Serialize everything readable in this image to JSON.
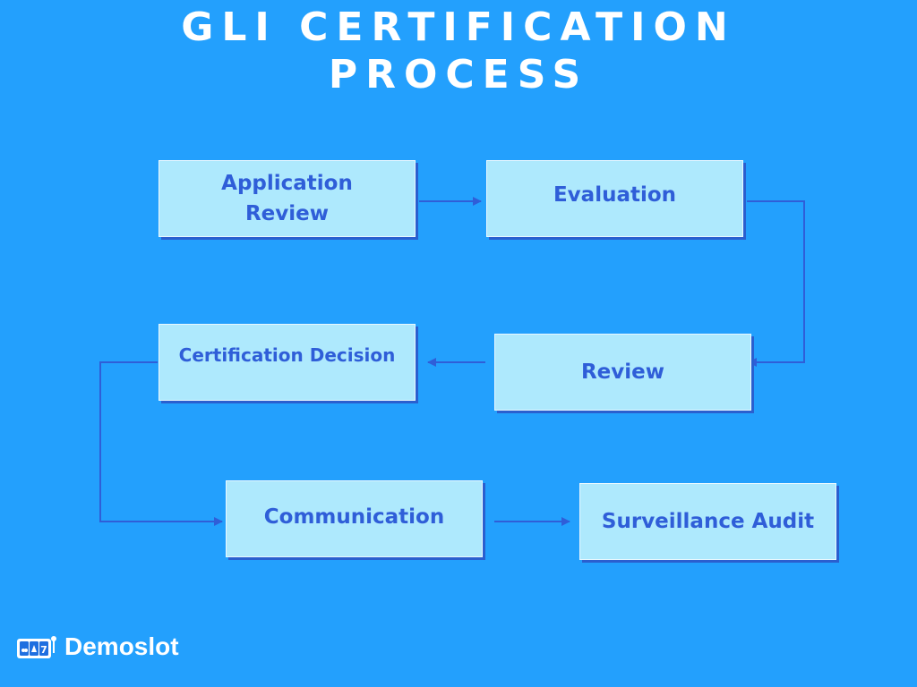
{
  "title": {
    "line1": "GLI CERTIFICATION",
    "line2": "PROCESS"
  },
  "steps": {
    "application_review": {
      "line1": "Application",
      "line2": "Review"
    },
    "evaluation": "Evaluation",
    "review": "Review",
    "certification_decision": "Certification Decision",
    "communication": "Communication",
    "surveillance_audit": "Surveillance Audit"
  },
  "logo": {
    "text": "Demoslot",
    "icon": "slot-machine-icon",
    "reel_symbols": [
      "cherry",
      "bell",
      "7"
    ]
  },
  "colors": {
    "background": "#23a0fd",
    "box": "#aee9fd",
    "text": "#2f5ed8",
    "arrow": "#2f5ed8"
  }
}
